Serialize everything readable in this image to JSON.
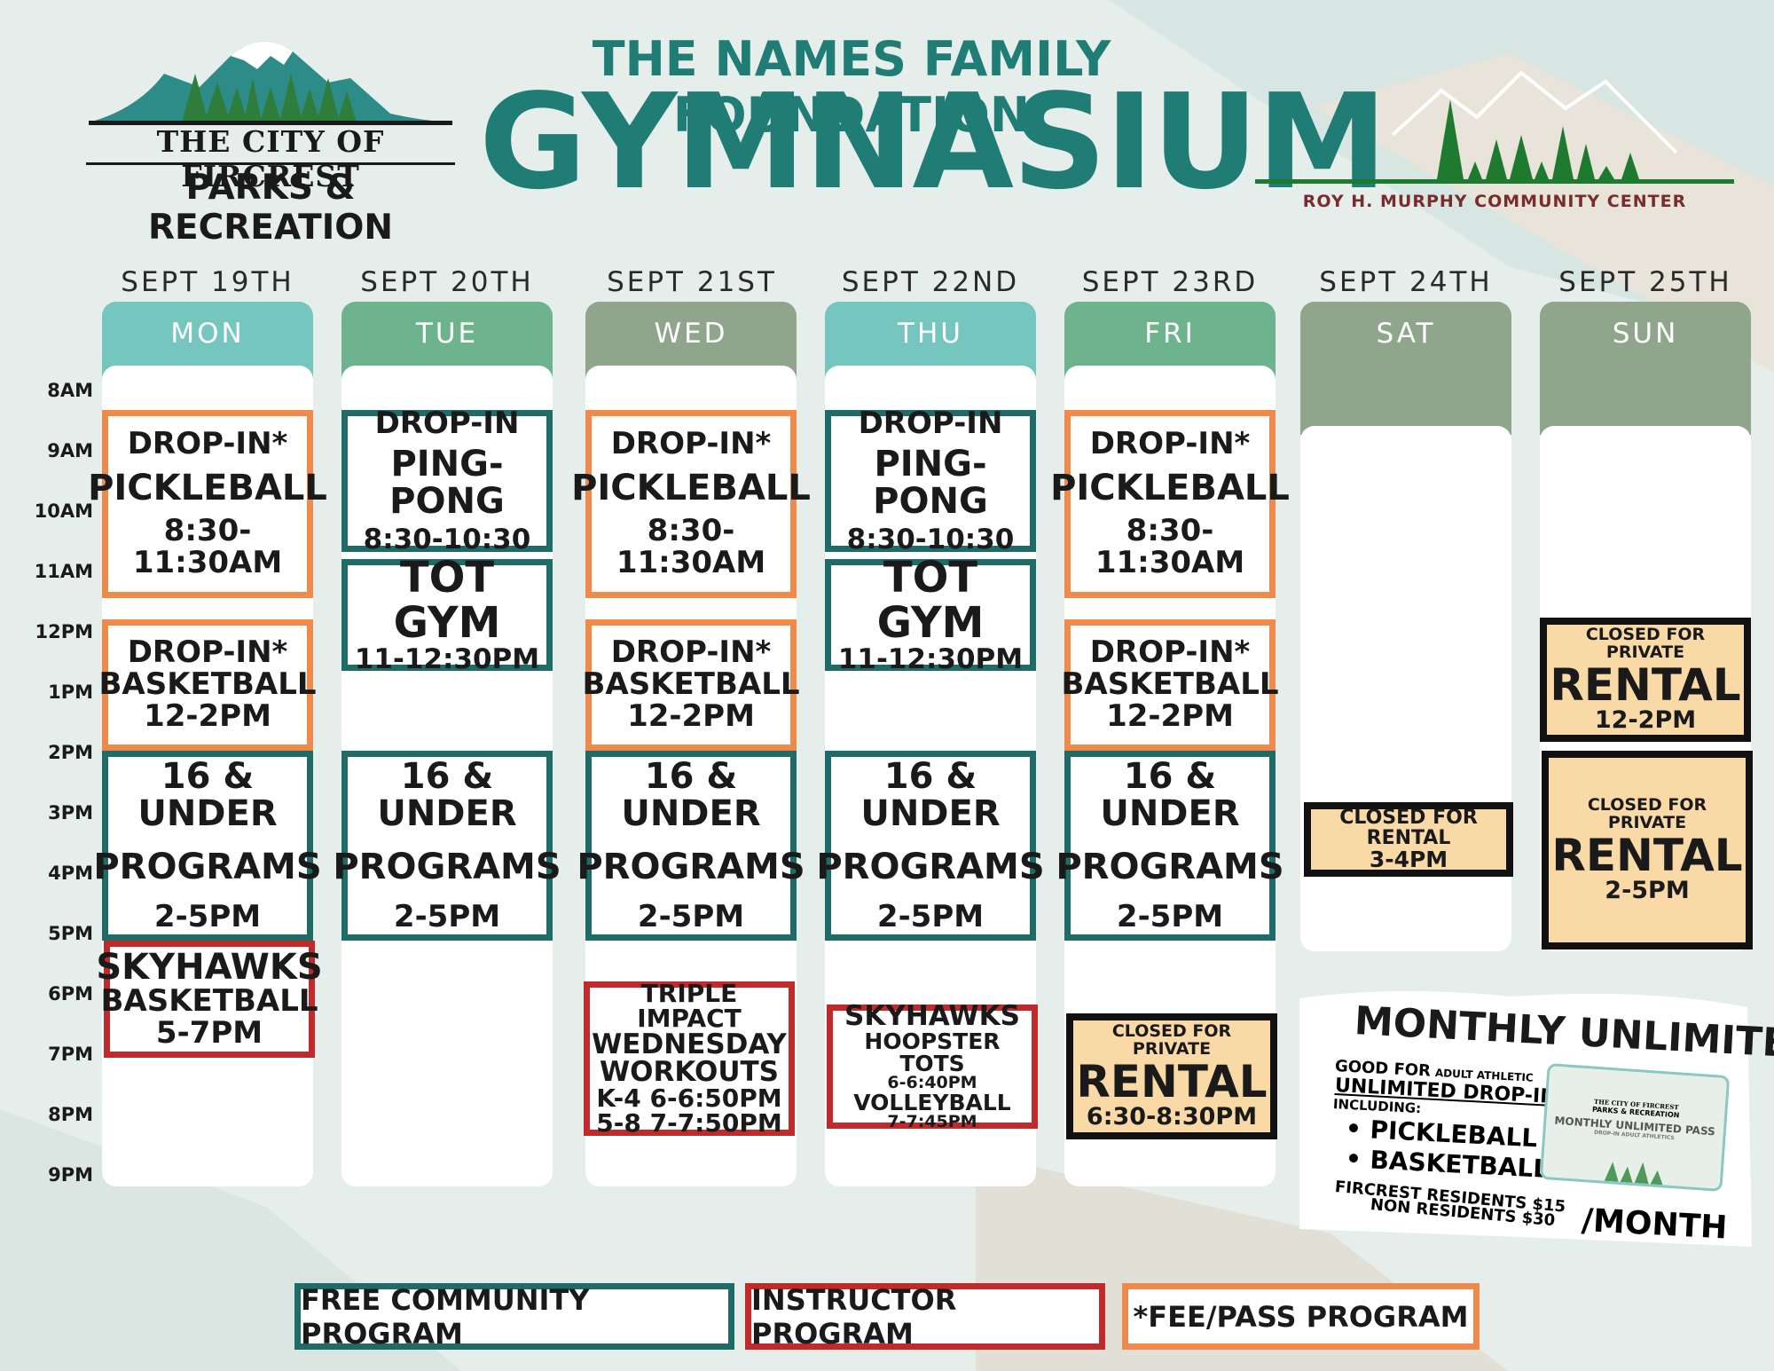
{
  "header": {
    "city_name": "THE CITY OF FIRCREST",
    "city_sub": "PARKS & RECREATION",
    "title_top": "THE NAMES FAMILY FOUNDATION",
    "title_main": "GYMNASIUM",
    "center_name": "ROY H. MURPHY COMMUNITY CENTER"
  },
  "times": [
    "8AM",
    "9AM",
    "10AM",
    "11AM",
    "12PM",
    "1PM",
    "2PM",
    "3PM",
    "4PM",
    "5PM",
    "6PM",
    "7PM",
    "8PM",
    "9PM"
  ],
  "days": [
    {
      "date": "SEPT 19TH",
      "day": "MON"
    },
    {
      "date": "SEPT 20TH",
      "day": "TUE"
    },
    {
      "date": "SEPT 21ST",
      "day": "WED"
    },
    {
      "date": "SEPT 22ND",
      "day": "THU"
    },
    {
      "date": "SEPT 23RD",
      "day": "FRI"
    },
    {
      "date": "SEPT 24TH",
      "day": "SAT"
    },
    {
      "date": "SEPT 25TH",
      "day": "SUN"
    }
  ],
  "colors": {
    "teal_header": "#76c6c0",
    "green_header": "#6db48e",
    "sage_header": "#8fa68d",
    "free_border": "#1f6b68",
    "instructor_border": "#c02a2a",
    "fee_border": "#f08a4b",
    "title": "#1f7d76"
  },
  "events": {
    "pickleball": {
      "l1": "DROP-IN*",
      "l2": "PICKLEBALL",
      "l3": "8:30-11:30AM"
    },
    "basketball": {
      "l1": "DROP-IN*",
      "l2": "BASKETBALL",
      "l3": "12-2PM"
    },
    "under16": {
      "l1": "16 & UNDER",
      "l2": "PROGRAMS",
      "l3": "2-5PM"
    },
    "pingpong": {
      "l1": "DROP-IN",
      "l2": "PING-PONG",
      "l3": "8:30-10:30"
    },
    "totgym": {
      "l1": "TOT GYM",
      "l2": "11-12:30PM"
    },
    "skyhawks_mon": {
      "l1": "SKYHAWKS",
      "l2": "BASKETBALL",
      "l3": "5-7PM"
    },
    "triple": {
      "l1": "TRIPLE IMPACT",
      "l2": "WEDNESDAY",
      "l3": "WORKOUTS",
      "l4": "K-4 6-6:50PM",
      "l5": "5-8 7-7:50PM"
    },
    "skyhawks_thu": {
      "l1": "SKYHAWKS",
      "l2": "HOOPSTER TOTS",
      "l3": "6-6:40PM",
      "l4": "VOLLEYBALL",
      "l5": "7-7:45PM"
    },
    "rental_fri": {
      "l1": "CLOSED FOR PRIVATE",
      "l2": "RENTAL",
      "l3": "6:30-8:30PM"
    },
    "rental_sat": {
      "l1": "CLOSED FOR RENTAL",
      "l2": "3-4PM"
    },
    "rental_sun1": {
      "l1": "CLOSED FOR PRIVATE",
      "l2": "RENTAL",
      "l3": "12-2PM"
    },
    "rental_sun2": {
      "l1": "CLOSED FOR PRIVATE",
      "l2": "RENTAL",
      "l3": "2-5PM"
    }
  },
  "monthly": {
    "title": "MONTHLY UNLIMITED",
    "good_for": "GOOD FOR",
    "adult_athletic": "ADULT ATHLETIC",
    "unlimited": "UNLIMITED DROP-IN",
    "including": "INCLUDING:",
    "items": [
      "PICKLEBALL",
      "BASKETBALL"
    ],
    "residents": "FIRCREST RESIDENTS $15",
    "non_residents": "NON RESIDENTS $30",
    "per": "/MONTH",
    "card_city": "THE CITY OF FIRCREST",
    "card_sub": "PARKS & RECREATION",
    "card_title": "MONTHLY UNLIMITED PASS",
    "card_small": "DROP-IN ADULT ATHLETICS"
  },
  "legend": {
    "free": "FREE COMMUNITY PROGRAM",
    "instructor": "INSTRUCTOR PROGRAM",
    "fee": "*FEE/PASS PROGRAM"
  }
}
